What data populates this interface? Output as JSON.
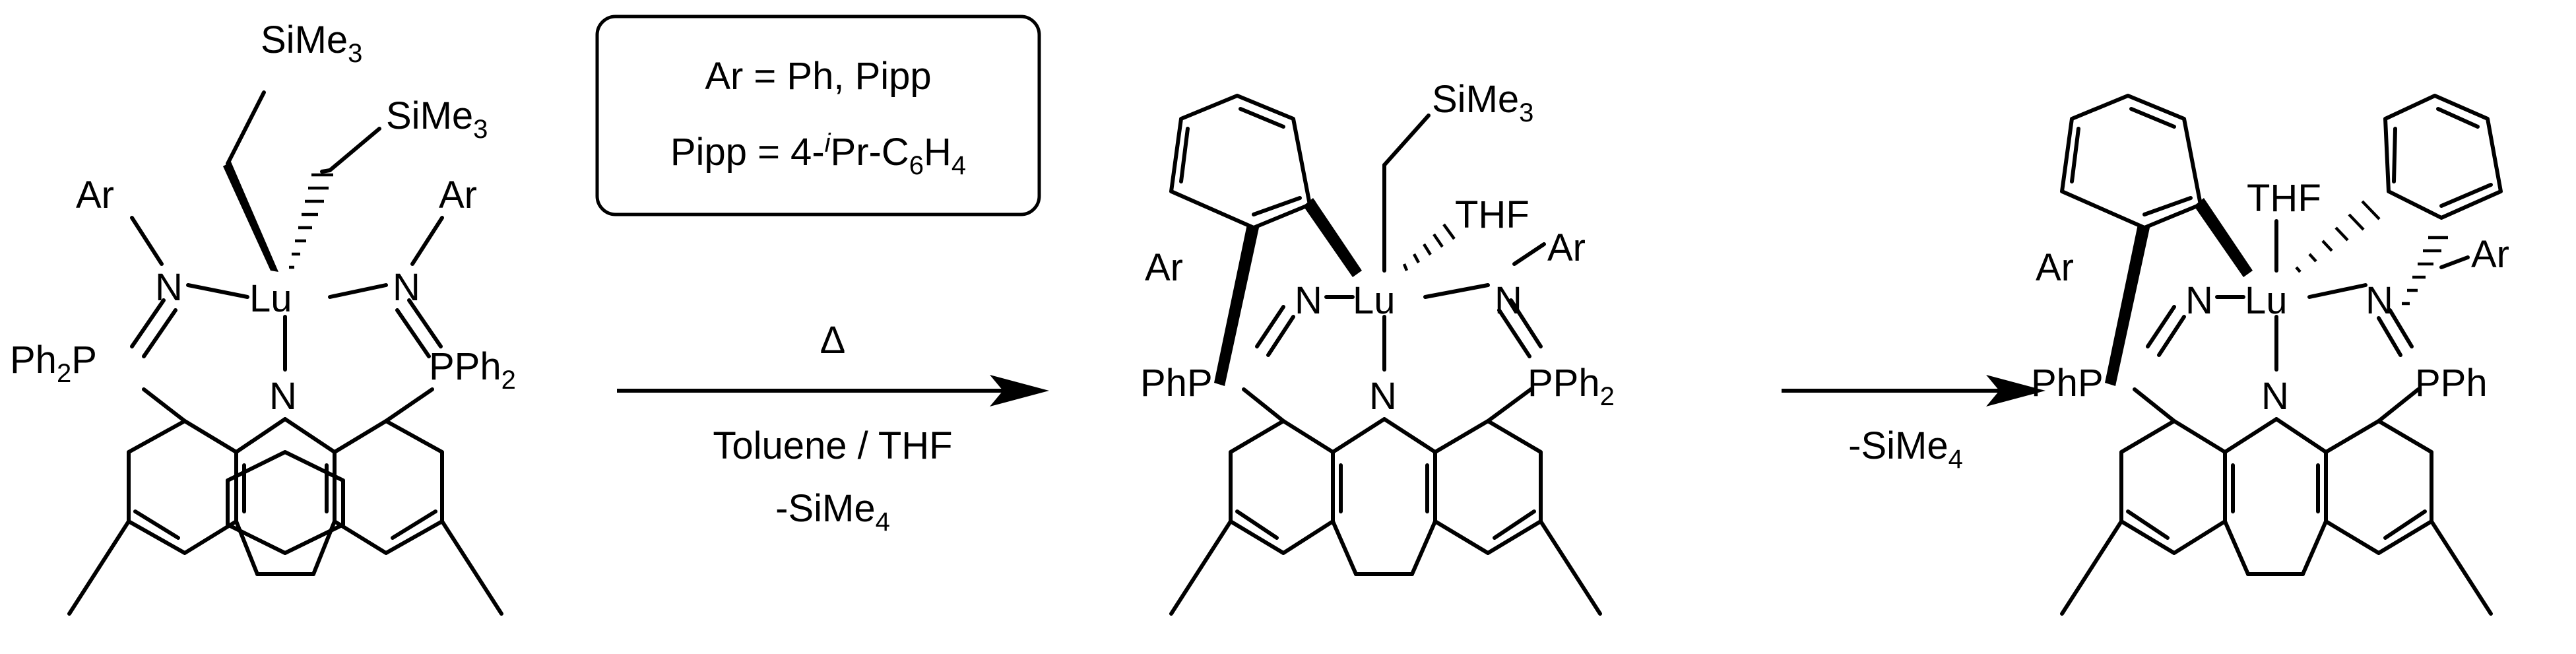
{
  "labels": {
    "sime3": "SiMe",
    "sime3_sub": "3",
    "ar": "Ar",
    "n": "N",
    "lu": "Lu",
    "thf": "THF",
    "ph2p": "Ph",
    "ph2p_sub": "2",
    "ph2p_tail": "P",
    "pph2": "PPh",
    "pph2_sub": "2",
    "php": "PhP",
    "pph": "PPh"
  },
  "legend_box": {
    "line1": "Ar = Ph, Pipp",
    "line2_a": "Pipp = 4-",
    "line2_i": "i",
    "line2_b": "Pr-C",
    "line2_sub1": "6",
    "line2_c": "H",
    "line2_sub2": "4"
  },
  "arrow1": {
    "above": "Δ",
    "below1": "Toluene / THF",
    "below2": "-SiMe",
    "below2_sub": "4"
  },
  "arrow2": {
    "below": "-SiMe",
    "below_sub": "4"
  }
}
